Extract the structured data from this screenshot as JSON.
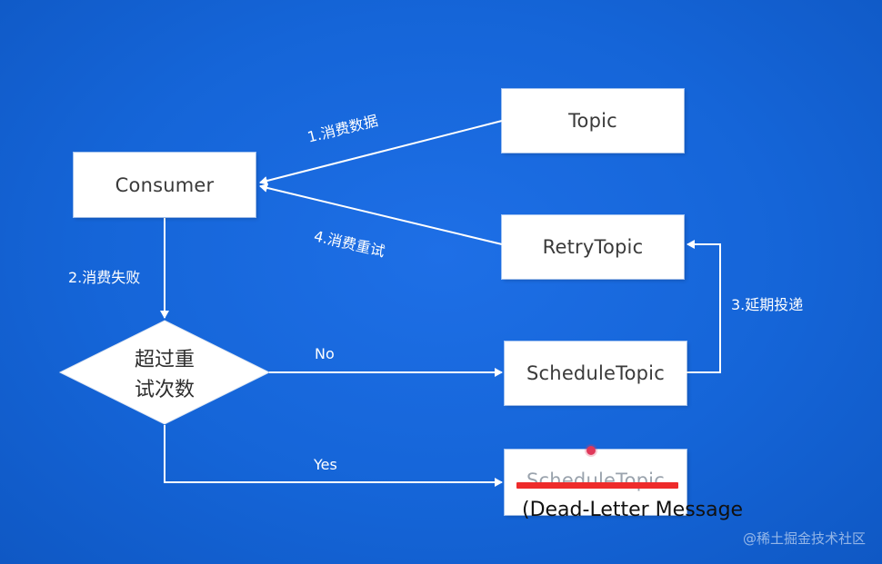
{
  "diagram": {
    "nodes": {
      "consumer": "Consumer",
      "topic": "Topic",
      "retry_topic": "RetryTopic",
      "schedule_topic": "ScheduleTopic",
      "dead_letter_topic": "ScheduleTopic",
      "decision_line1": "超过重",
      "decision_line2": "试次数"
    },
    "edges": {
      "consume_data": "1.消费数据",
      "consume_failed": "2.消费失败",
      "delayed_delivery": "3.延期投递",
      "consume_retry": "4.消费重试",
      "no": "No",
      "yes": "Yes"
    },
    "annotation": "(Dead-Letter Message"
  },
  "watermark": "@稀土掘金技术社区",
  "colors": {
    "background": "#1565d8",
    "box": "#ffffff",
    "line": "#ffffff",
    "strike": "#ee2b2b",
    "marker_dot": "#e0385a"
  }
}
